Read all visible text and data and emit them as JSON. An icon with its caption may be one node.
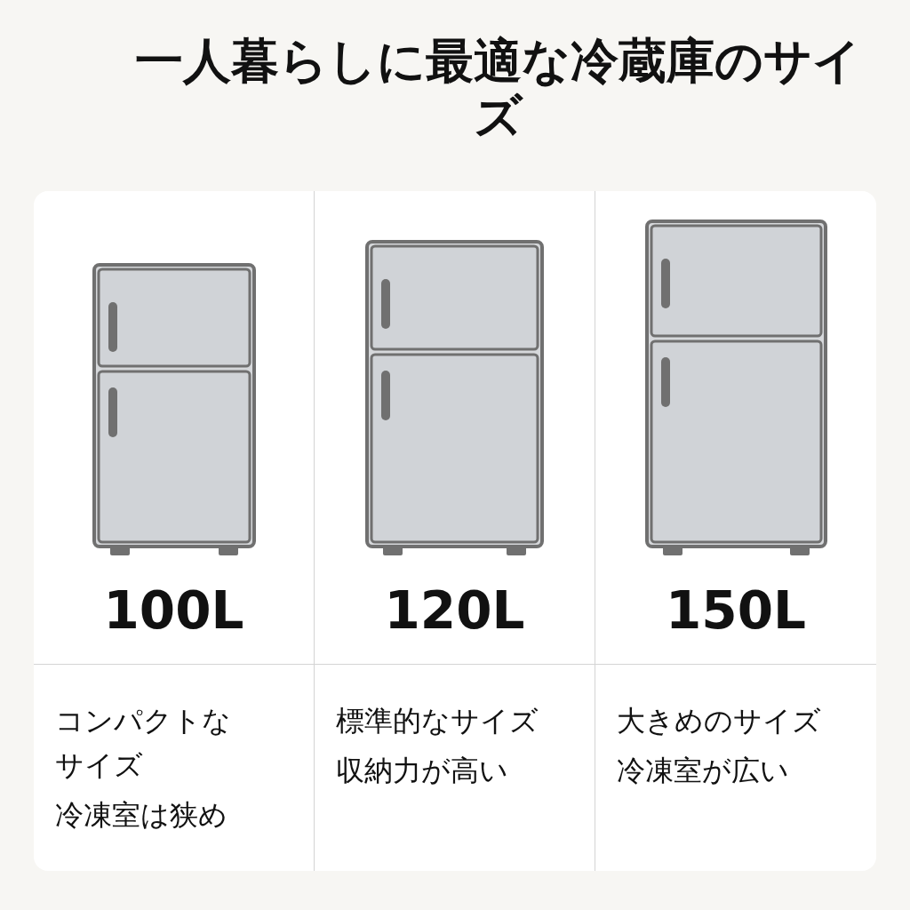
{
  "diagram": {
    "title": "一人暮らしに最適な冷蔵庫のサイズ",
    "labels": [
      "100L",
      "120L",
      "150L",
      "コンパクトなサイズ",
      "標準的なサイズ",
      "大きめのサイズ",
      "冷凍室は狭め",
      "収納力が高い",
      "冷凍室が広い"
    ]
  }
}
